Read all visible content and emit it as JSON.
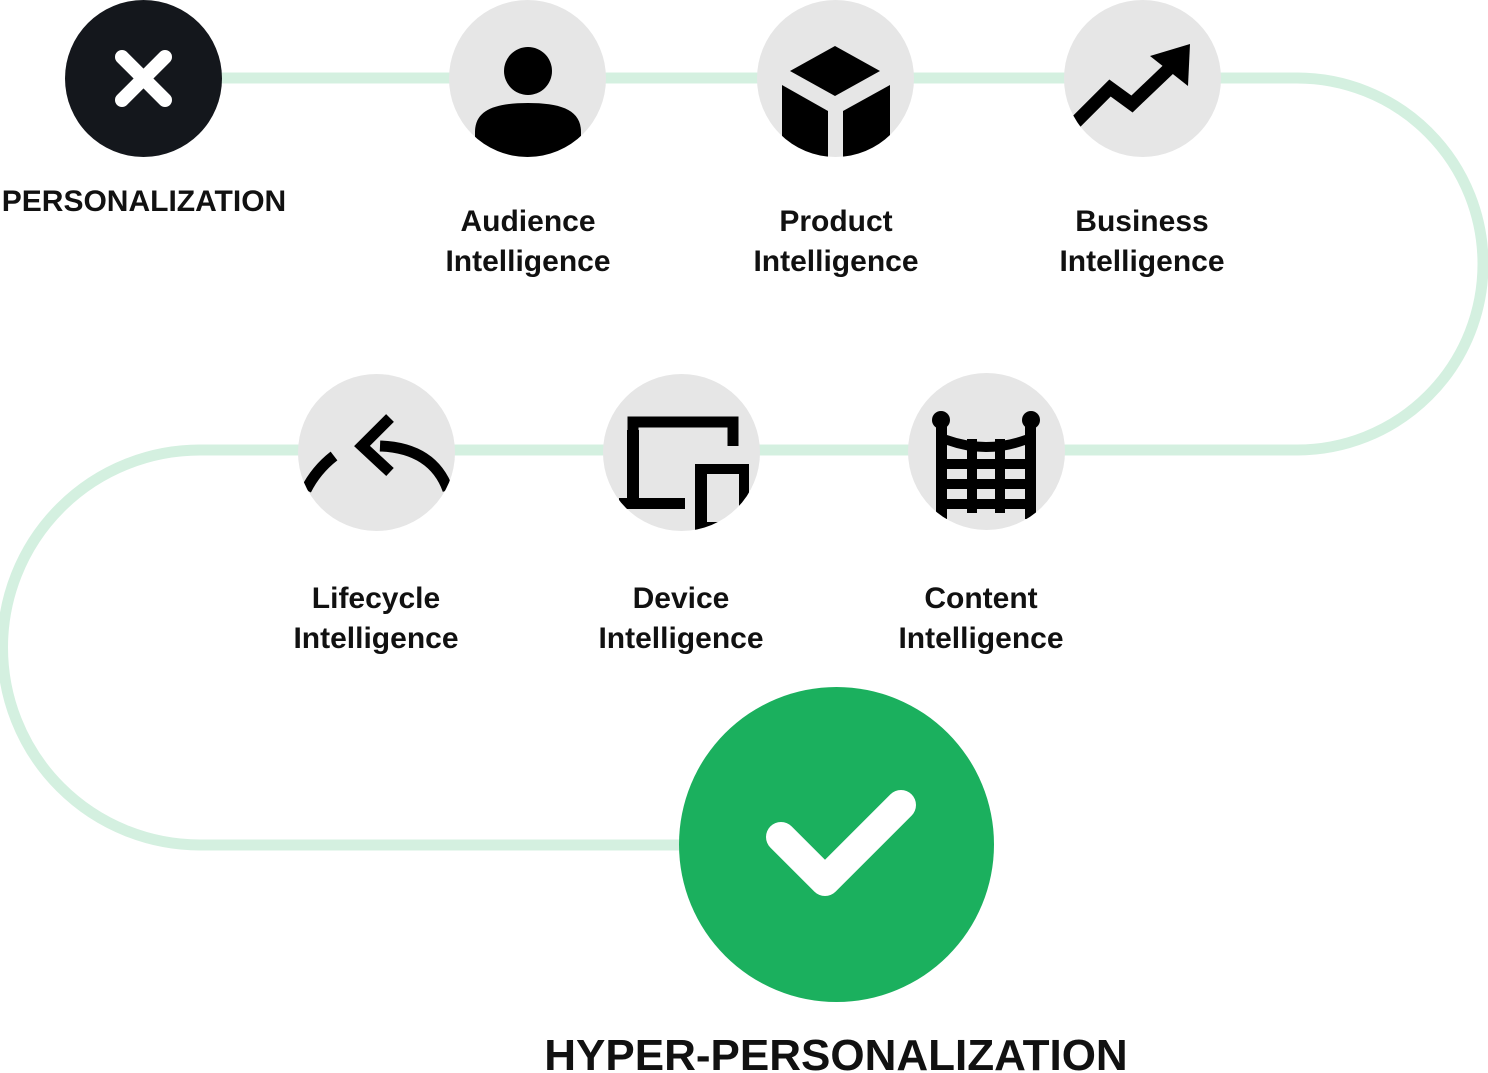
{
  "start": {
    "label": "PERSONALIZATION",
    "icon": "close-icon",
    "color": "#14171c"
  },
  "steps": [
    {
      "line1": "Audience",
      "line2": "Intelligence",
      "icon": "user-icon"
    },
    {
      "line1": "Product",
      "line2": "Intelligence",
      "icon": "box-icon"
    },
    {
      "line1": "Business",
      "line2": "Intelligence",
      "icon": "trending-up-icon"
    },
    {
      "line1": "Content",
      "line2": "Intelligence",
      "icon": "grid-net-icon"
    },
    {
      "line1": "Device",
      "line2": "Intelligence",
      "icon": "devices-icon"
    },
    {
      "line1": "Lifecycle",
      "line2": "Intelligence",
      "icon": "cycle-arrow-icon"
    }
  ],
  "end": {
    "label": "HYPER-PERSONALIZATION",
    "icon": "checkmark-icon",
    "color": "#1bb05e"
  },
  "colors": {
    "path": "#d4f0e0",
    "node_bg": "#e6e6e6",
    "icon": "#000000",
    "text": "#111111"
  }
}
